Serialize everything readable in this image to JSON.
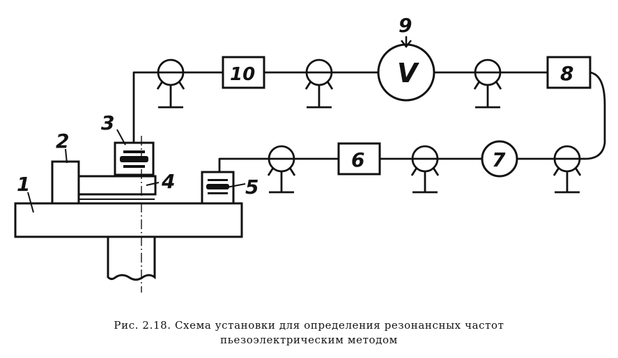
{
  "labels": {
    "base": "1",
    "holder": "2",
    "emitter_transducer": "3",
    "specimen": "4",
    "receiver_transducer": "5",
    "amplifier": "6",
    "indicator": "7",
    "block_8": "8",
    "voltmeter_label": "9",
    "voltmeter_symbol": "V",
    "generator": "10"
  },
  "caption": {
    "line1": "Рис. 2.18. Схема установки для определения резонансных частот",
    "line2": "пьезоэлектрическим методом"
  }
}
